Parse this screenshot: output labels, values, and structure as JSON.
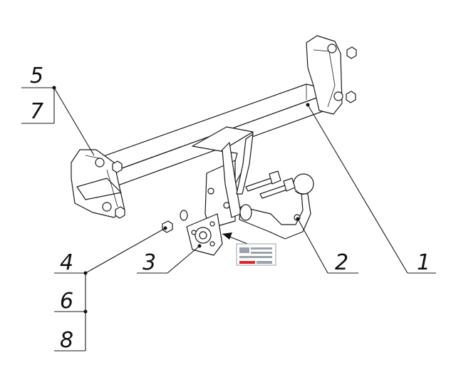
{
  "callouts": {
    "c1": "1",
    "c2": "2",
    "c3": "3",
    "c4": "4",
    "c5": "5",
    "c6": "6",
    "c7": "7",
    "c8": "8"
  },
  "colors": {
    "line": "#1a1a1a",
    "label_red": "#d9262b",
    "label_grey": "#9aa3ad"
  }
}
